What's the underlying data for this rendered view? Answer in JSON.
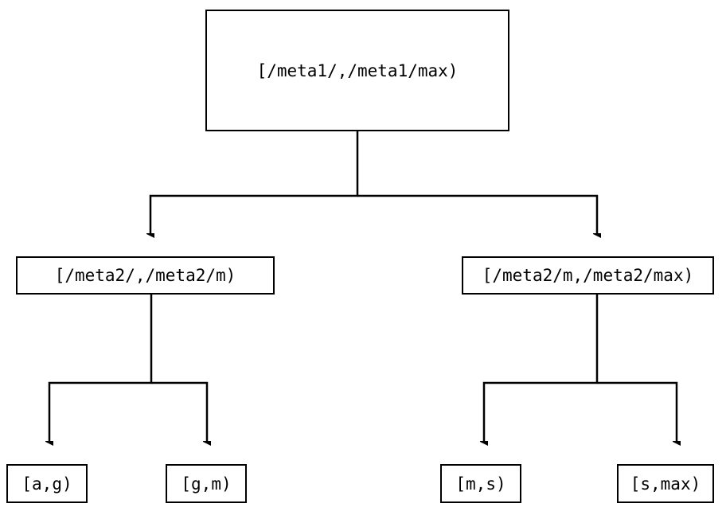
{
  "diagram": {
    "type": "tree",
    "title": "",
    "background_color": "#ffffff",
    "line_color": "#000000",
    "text_color": "#000000",
    "nodes": {
      "root": {
        "label": "[/meta1/,/meta1/max)",
        "level": 0
      },
      "mid_left": {
        "label": "[/meta2/,/meta2/m)",
        "level": 1
      },
      "mid_right": {
        "label": "[/meta2/m,/meta2/max)",
        "level": 1
      },
      "leaf_1": {
        "label": "[a,g)",
        "level": 2
      },
      "leaf_2": {
        "label": "[g,m)",
        "level": 2
      },
      "leaf_3": {
        "label": "[m,s)",
        "level": 2
      },
      "leaf_4": {
        "label": "[s,max)",
        "level": 2
      }
    },
    "edges": [
      {
        "from": "root",
        "to": "mid_left",
        "arrow": "down-triangle"
      },
      {
        "from": "root",
        "to": "mid_right",
        "arrow": "down-triangle"
      },
      {
        "from": "mid_left",
        "to": "leaf_1",
        "arrow": "down-triangle"
      },
      {
        "from": "mid_left",
        "to": "leaf_2",
        "arrow": "down-triangle"
      },
      {
        "from": "mid_right",
        "to": "leaf_3",
        "arrow": "down-triangle"
      },
      {
        "from": "mid_right",
        "to": "leaf_4",
        "arrow": "down-triangle"
      }
    ]
  }
}
